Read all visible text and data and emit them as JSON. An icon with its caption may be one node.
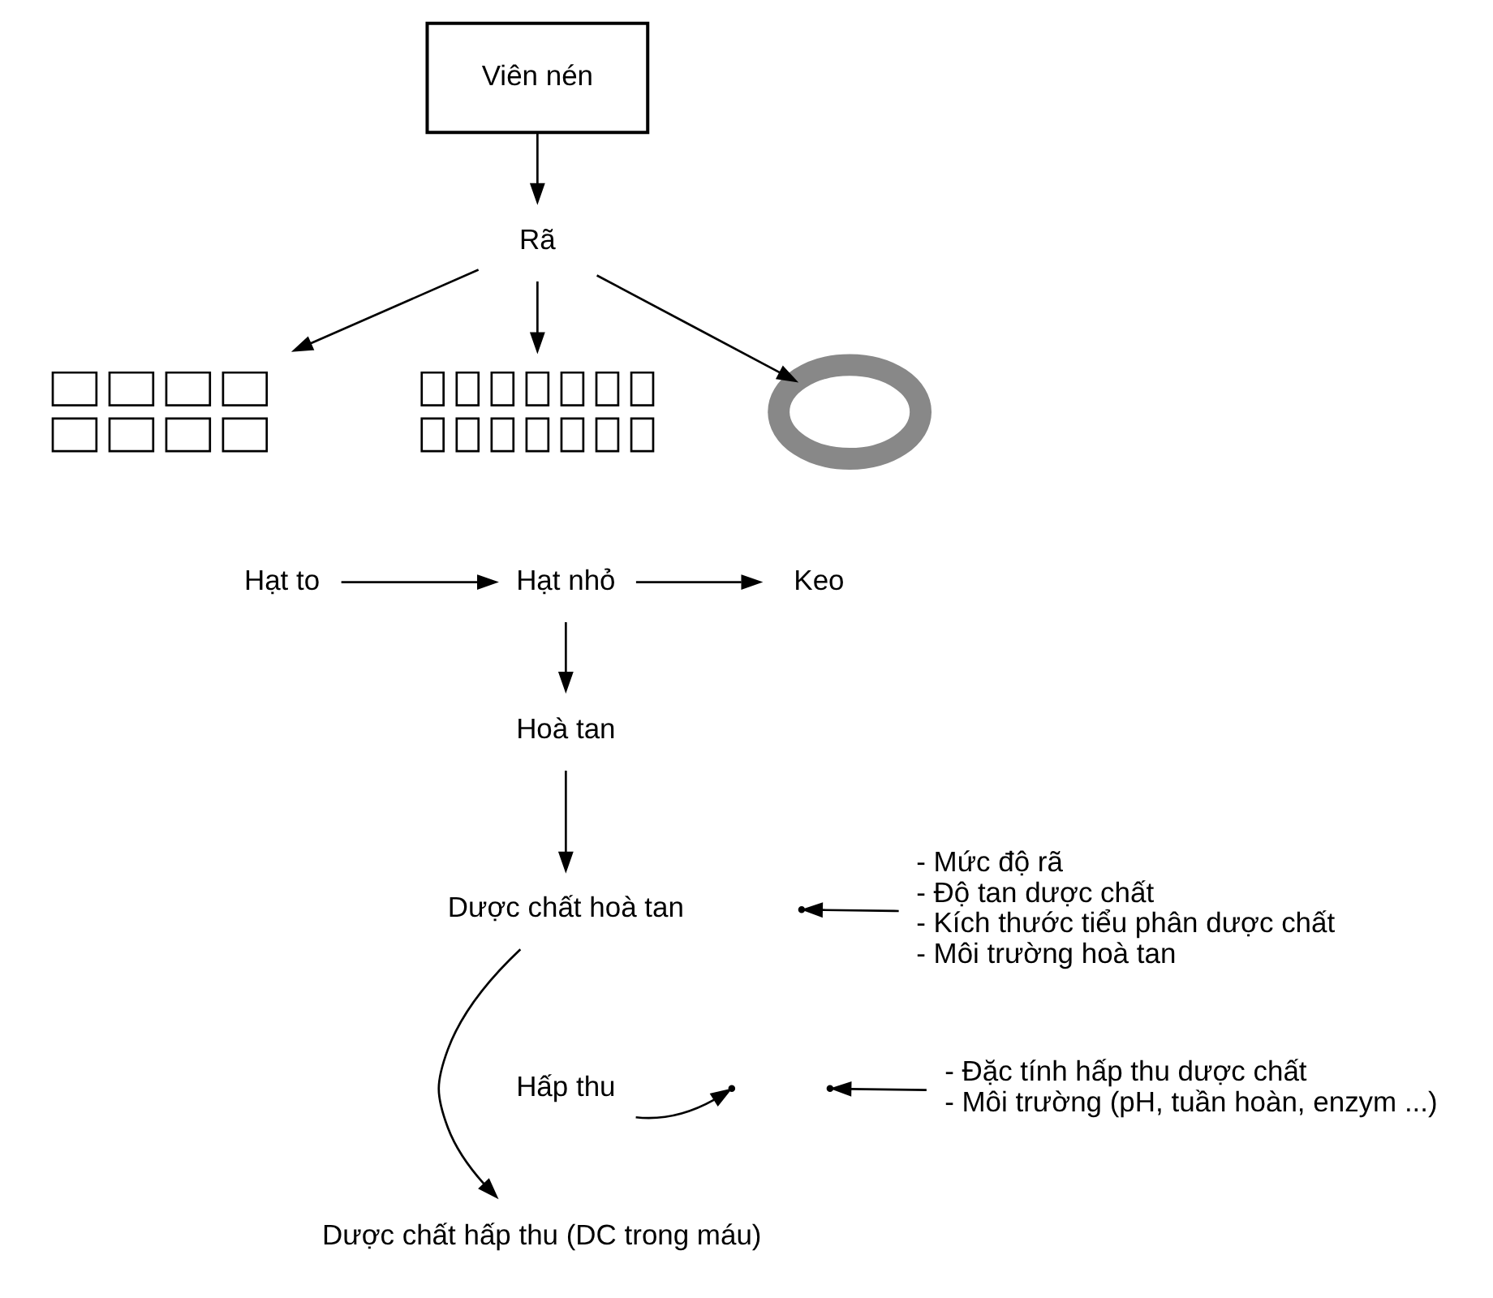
{
  "diagram": {
    "nodes": [
      {
        "text": [
          "Viên nén"
        ]
      },
      {
        "text": [
          "Rã"
        ]
      },
      {
        "text": [],
        "shape": "picture"
      },
      {
        "text": [],
        "shape": "picture"
      },
      {
        "text": [],
        "shape": "circle"
      },
      {
        "text": [
          "Hạt to"
        ]
      },
      {
        "text": [
          "Hạt nhỏ"
        ]
      },
      {
        "text": [
          "Keo"
        ]
      },
      {
        "text": [
          "Hoà tan"
        ]
      },
      {
        "text": [
          "Dược chất hoà tan"
        ]
      },
      {
        "text": [
          "Dược chất hấp thu (DC trong máu)"
        ]
      },
      {
        "text": [
          "Hấp thu"
        ]
      },
      {
        "text": [
          "- Mức độ rã",
          "- Độ tan dược chất",
          "- Kích thước tiểu phân dược chất",
          "- Môi trường hoà tan"
        ]
      },
      {
        "text": [
          "- Đặc tính hấp thu dược chất",
          "- Môi trường (pH, tuần hoàn, enzym ...)"
        ]
      }
    ],
    "edges": [
      {
        "from": 0,
        "to": 1,
        "arrow": "to"
      },
      {
        "from": 1,
        "to": 2,
        "arrow": "to"
      },
      {
        "from": 1,
        "to": 3,
        "arrow": "to"
      },
      {
        "from": 1,
        "to": 4,
        "arrow": "to"
      },
      {
        "from": 5,
        "to": 6,
        "arrow": "to"
      },
      {
        "from": 6,
        "to": 7,
        "arrow": "to"
      },
      {
        "from": 6,
        "to": 8,
        "arrow": "to"
      },
      {
        "from": 8,
        "to": 9,
        "arrow": "to"
      },
      {
        "from": 9,
        "to": 10,
        "arrow": "to"
      },
      {
        "from": 11,
        "to": null,
        "arrow": "to"
      },
      {
        "from": 12,
        "to": null,
        "arrow": "to"
      },
      {
        "from": 13,
        "to": null,
        "arrow": "to"
      }
    ]
  }
}
